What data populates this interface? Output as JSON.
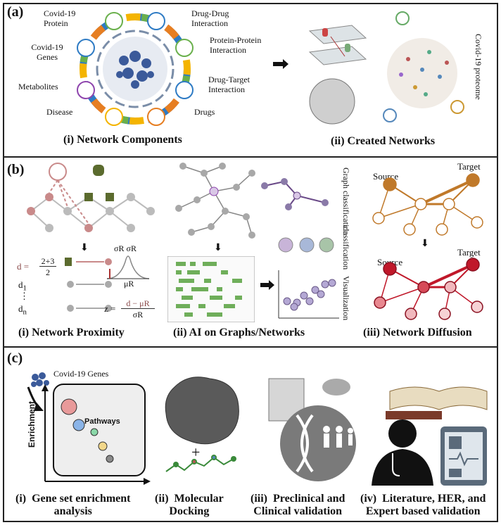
{
  "panels": {
    "a": {
      "label": "(a)",
      "components": [
        "Covid-19\nProtein",
        "Covid-19\nGenes",
        "Metabolites",
        "Disease",
        "Drug-Drug\nInteraction",
        "Protein-Protein\nInteraction",
        "Drug-Target\nInteraction",
        "Drugs"
      ],
      "caption_i": "(i)  Network Components",
      "caption_ii": "(ii) Created Networks",
      "proteome_label": "Covid-19 proteome"
    },
    "b": {
      "label": "(b)",
      "caption_i": "(i)  Network Proximity",
      "caption_ii": "(ii) AI on Graphs/Networks",
      "caption_iii": "(iii) Network Diffusion",
      "graph_classification": "Graph classification",
      "classification": "classification",
      "visualization": "Visualization",
      "source": "Source",
      "target": "Target",
      "formula": {
        "d_eq": "d =",
        "num": "2+3",
        "den": "2",
        "d": "d",
        "d1": "d",
        "d1_sub": "1",
        "dn": "d",
        "dn_sub": "n",
        "dots": "⋮",
        "sigmaR": "σR σR",
        "muR": "μR",
        "z": "z =",
        "z_num": "d − μR",
        "z_den": "σR"
      }
    },
    "c": {
      "label": "(c)",
      "genes": "Covid-19 Genes",
      "pathways": "Pathways",
      "enrichment": "Enrichment",
      "plus": "+",
      "caption_i": "(i)  Gene set enrichment\nanalysis",
      "caption_ii": "(ii)  Molecular\nDocking",
      "caption_iii": "(iii)  Preclinical and\nClinical validation",
      "caption_iv": "(iv)  Literature, HER, and\nExpert based validation"
    }
  },
  "colors": {
    "ring": [
      "#2e7bc4",
      "#6ab04c",
      "#f4b400",
      "#e67e22",
      "#8e44ad"
    ],
    "proximity_red": "#c98a8a",
    "proximity_green": "#5b6b2e",
    "diffusion_brown": "#c0792a",
    "diffusion_red": "#c0182a",
    "matrix_green": "#6fae5a"
  }
}
